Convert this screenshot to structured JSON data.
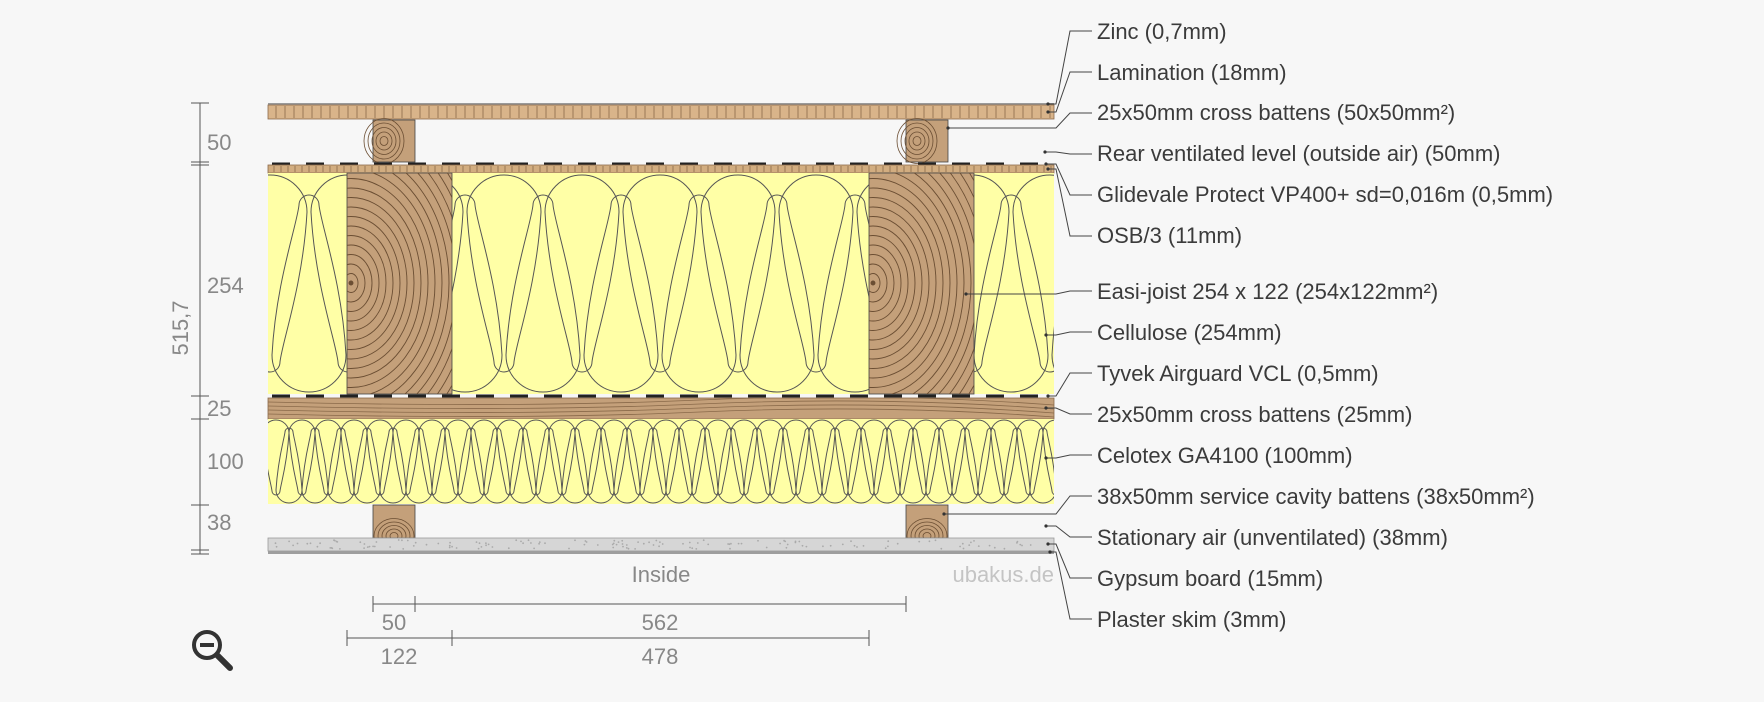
{
  "layers": [
    {
      "id": "zinc",
      "label": "Zinc (0,7mm)"
    },
    {
      "id": "lamination",
      "label": "Lamination (18mm)"
    },
    {
      "id": "cross-battens-top",
      "label": "25x50mm cross battens (50x50mm²)"
    },
    {
      "id": "rear-vent",
      "label": "Rear ventilated level (outside air) (50mm)"
    },
    {
      "id": "glidevale",
      "label": "Glidevale Protect VP400+ sd=0,016m (0,5mm)"
    },
    {
      "id": "osb",
      "label": "OSB/3 (11mm)"
    },
    {
      "id": "easi-joist",
      "label": "Easi-joist 254 x 122 (254x122mm²)"
    },
    {
      "id": "cellulose",
      "label": "Cellulose (254mm)"
    },
    {
      "id": "tyvek",
      "label": "Tyvek Airguard VCL (0,5mm)"
    },
    {
      "id": "cross-battens-25",
      "label": "25x50mm cross battens (25mm)"
    },
    {
      "id": "celotex",
      "label": "Celotex GA4100 (100mm)"
    },
    {
      "id": "service-battens",
      "label": "38x50mm service cavity battens (38x50mm²)"
    },
    {
      "id": "stationary-air",
      "label": "Stationary air (unventilated) (38mm)"
    },
    {
      "id": "gypsum",
      "label": "Gypsum board (15mm)"
    },
    {
      "id": "plaster",
      "label": "Plaster skim (3mm)"
    }
  ],
  "dimensions": {
    "total": "515,7",
    "segments": [
      "50",
      "254",
      "25",
      "100",
      "38"
    ],
    "bottom_row1": [
      "50",
      "562"
    ],
    "bottom_row2": [
      "122",
      "478"
    ]
  },
  "inside_label": "Inside",
  "watermark": "ubakus.de",
  "colors": {
    "wood": "#c4a07a",
    "insulation": "#ffffa6",
    "gypsum": "#d6d6d6",
    "text": "#3b3b3b",
    "dim_text": "#888888"
  },
  "icons": {
    "zoom": "zoom-out-icon"
  }
}
